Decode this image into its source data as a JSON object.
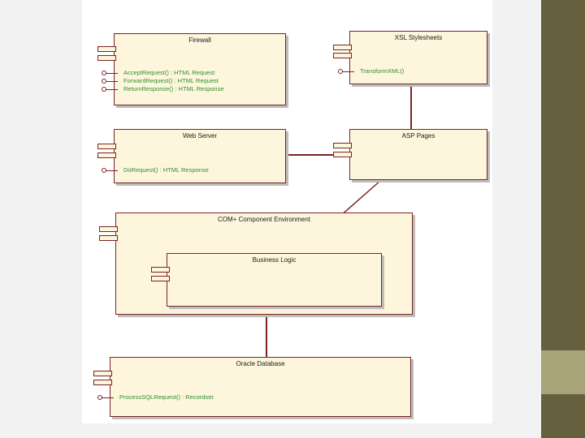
{
  "diagram": {
    "components": {
      "firewall": {
        "title": "Firewall",
        "operations": [
          "AcceptRequest() : HTML Request",
          "ForwardRequest() : HTML Request",
          "ReturnResponse() : HTML Response"
        ]
      },
      "xsl_stylesheets": {
        "title": "XSL Stylesheets",
        "operations": [
          "TransformXML()"
        ]
      },
      "web_server": {
        "title": "Web Server",
        "operations": [
          "DoRequest() : HTML Response"
        ]
      },
      "asp_pages": {
        "title": "ASP Pages",
        "operations": []
      },
      "com_environment": {
        "title": "COM+ Component Environment",
        "operations": []
      },
      "business_logic": {
        "title": "Business Logic",
        "operations": []
      },
      "oracle_database": {
        "title": "Oracle Database",
        "operations": [
          "ProcessSQLRequest() : Recordset"
        ]
      }
    },
    "colors": {
      "border": "#7a2323",
      "fill": "#fdf6dc",
      "operation_text": "#2f8f2f",
      "side_band": "#66603f",
      "side_band_accent": "#a7a47a"
    }
  }
}
